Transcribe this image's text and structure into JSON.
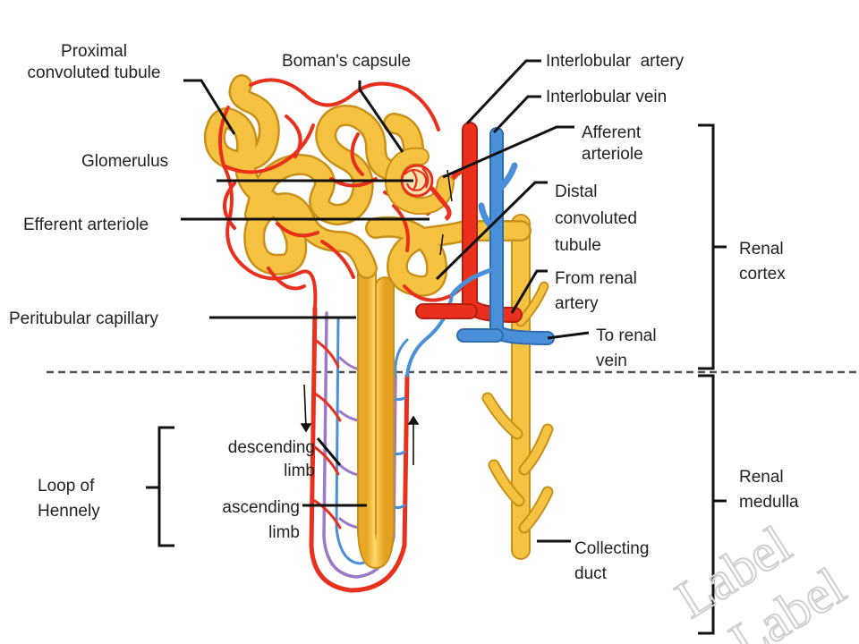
{
  "labels": {
    "proximal_tubule": "Proximal\nconvoluted tubule",
    "bomans_capsule": "Boman's capsule",
    "interlobular_artery": "Interlobular  artery",
    "interlobular_vein": "Interlobular vein",
    "afferent_arteriole": "Afferent\narteriole",
    "glomerulus": "Glomerulus",
    "distal_tubule": "Distal\nconvoluted\ntubule",
    "efferent_arteriole": "Efferent arteriole",
    "renal_cortex": "Renal\ncortex",
    "from_renal_artery": "From renal\nartery",
    "peritubular_capillary": "Peritubular capillary",
    "to_renal_vein": "To renal\nvein",
    "descending_limb": "descending\nlimb",
    "loop_of_henle": "Loop of\nHennely",
    "renal_medulla": "Renal\nmedulla",
    "ascending_limb": "ascending\nlimb",
    "collecting_duct": "Collecting\nduct"
  },
  "watermark": {
    "text_1": "Label",
    "text_2": "Label"
  },
  "colors": {
    "tubule": "#F5C242",
    "tubule_outline": "#C9901A",
    "artery": "#E8301C",
    "artery_dark": "#B81E10",
    "vein": "#4A90D9",
    "vein_dark": "#2E6CB0",
    "capillary_mix": "#9B79C8",
    "leader": "#111111",
    "watermark": "#D7D7D7"
  }
}
